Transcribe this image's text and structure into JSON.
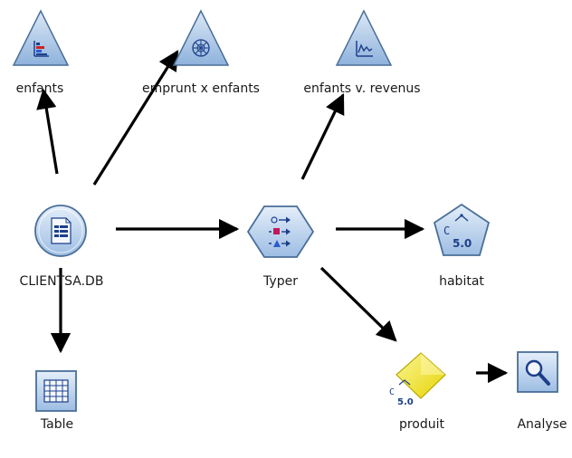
{
  "stream": {
    "nodes": [
      {
        "id": "enfants",
        "label": "enfants",
        "icon": "distribution-graph-icon",
        "shape": "triangle"
      },
      {
        "id": "emprunt",
        "label": "emprunt x enfants",
        "icon": "web-graph-icon",
        "shape": "triangle"
      },
      {
        "id": "enfants_revenus",
        "label": "enfants v. revenus",
        "icon": "plot-graph-icon",
        "shape": "triangle"
      },
      {
        "id": "clientsa",
        "label": "CLIENTSA.DB",
        "icon": "database-file-icon",
        "shape": "circle"
      },
      {
        "id": "typer",
        "label": "Typer",
        "icon": "type-field-icon",
        "shape": "hexagon"
      },
      {
        "id": "habitat",
        "label": "habitat",
        "icon": "c50-model-icon",
        "shape": "pentagon"
      },
      {
        "id": "table",
        "label": "Table",
        "icon": "table-icon",
        "shape": "square"
      },
      {
        "id": "produit",
        "label": "produit",
        "icon": "c50-nugget-icon",
        "shape": "diamond"
      },
      {
        "id": "analyse",
        "label": "Analyse",
        "icon": "magnifier-icon",
        "shape": "square"
      }
    ],
    "links": [
      {
        "from": "clientsa",
        "to": "enfants"
      },
      {
        "from": "clientsa",
        "to": "emprunt"
      },
      {
        "from": "clientsa",
        "to": "typer"
      },
      {
        "from": "clientsa",
        "to": "table"
      },
      {
        "from": "typer",
        "to": "enfants_revenus"
      },
      {
        "from": "typer",
        "to": "habitat"
      },
      {
        "from": "typer",
        "to": "produit"
      },
      {
        "from": "produit",
        "to": "analyse"
      }
    ]
  },
  "colors": {
    "triangle_fill": "#a9c6e6",
    "node_stroke": "#4a6f99",
    "circle_fill": "#b8d1ec",
    "hexagon_fill": "#b8d1ec",
    "pentagon_fill": "#b8d1ec",
    "diamond_fill": "#f2e600",
    "square_fill": "#b8d1ec",
    "icon_dark": "#1d3f8a",
    "arrow": "#000000"
  }
}
